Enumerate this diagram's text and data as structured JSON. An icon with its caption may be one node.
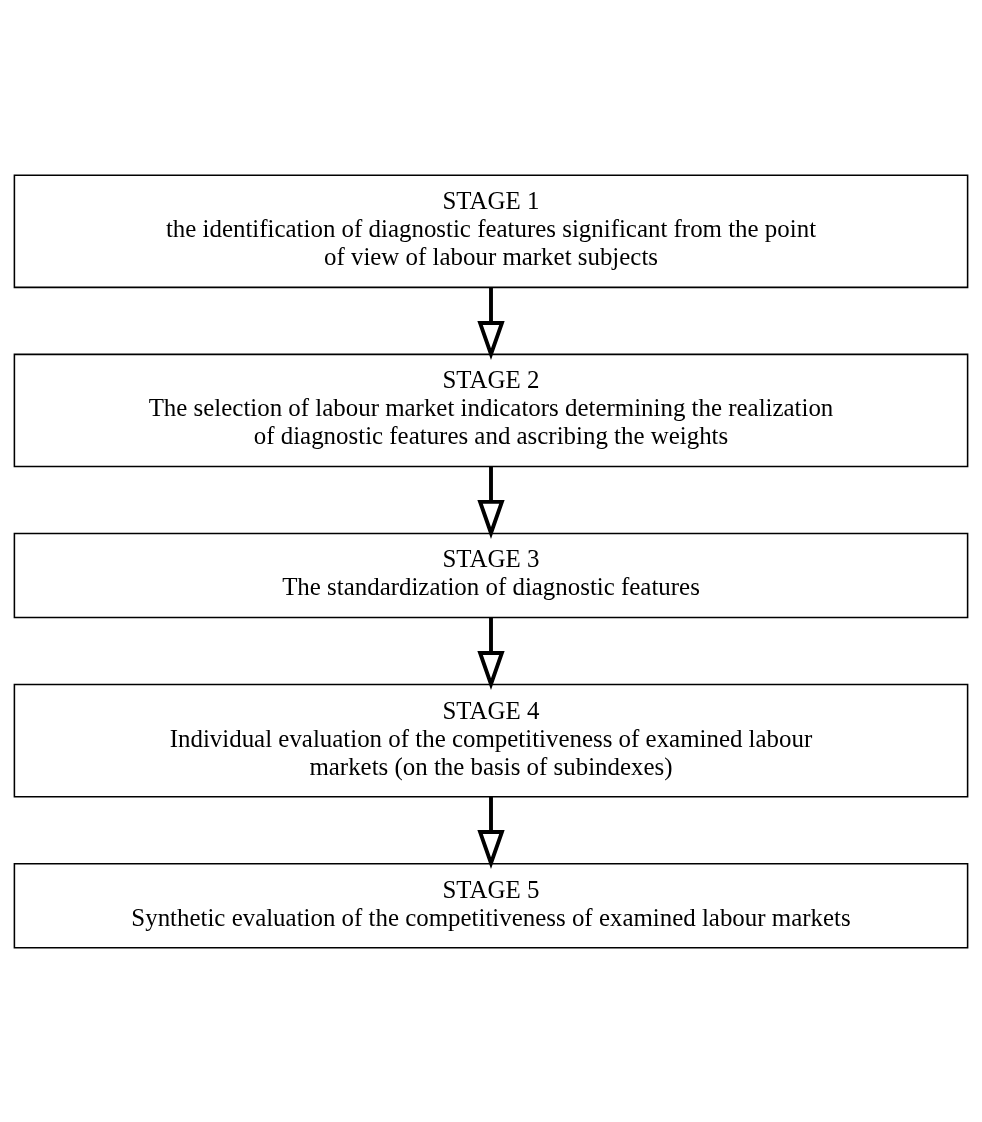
{
  "diagram": {
    "nodes": [
      {
        "text": [
          "STAGE 1",
          "the identification of diagnostic features significant from the point of view of labour market subjects"
        ]
      },
      {
        "text": [
          "STAGE 2",
          "The selection of labour market indicators determining the realization of diagnostic features and ascribing the weights"
        ]
      },
      {
        "text": [
          "STAGE 3",
          "The standardization of diagnostic features"
        ]
      },
      {
        "text": [
          "STAGE 4",
          "Individual evaluation of the competitiveness of examined labour markets (on the basis of subindexes)"
        ]
      },
      {
        "text": [
          "STAGE 5",
          "Synthetic evaluation of the competitiveness of examined labour markets"
        ]
      }
    ],
    "edges": [
      {
        "from": 0,
        "to": 1,
        "arrow": "to"
      },
      {
        "from": 1,
        "to": 2,
        "arrow": "to"
      },
      {
        "from": 2,
        "to": 3,
        "arrow": "to"
      },
      {
        "from": 3,
        "to": 4,
        "arrow": "to"
      }
    ]
  }
}
